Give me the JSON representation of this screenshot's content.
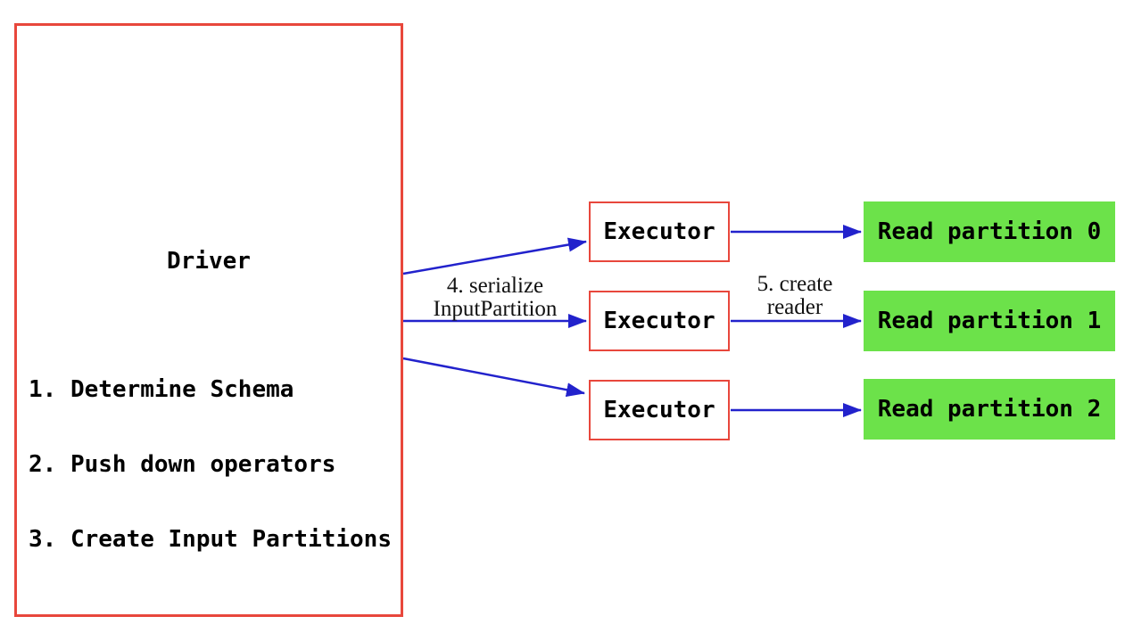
{
  "diagram": {
    "driver": {
      "title": "Driver",
      "steps": [
        "1. Determine Schema",
        "2. Push down operators",
        "3. Create Input Partitions"
      ]
    },
    "executors": [
      {
        "label": "Executor"
      },
      {
        "label": "Executor"
      },
      {
        "label": "Executor"
      }
    ],
    "partitions": [
      {
        "label": "Read partition 0"
      },
      {
        "label": "Read partition 1"
      },
      {
        "label": "Read partition 2"
      }
    ],
    "edge_labels": {
      "serialize_line1": "4. serialize",
      "serialize_line2": "InputPartition",
      "reader_line1": "5. create",
      "reader_line2": "reader"
    },
    "colors": {
      "box_border": "#e8473c",
      "arrow": "#2222cc",
      "partition_fill": "#6ce24a",
      "text": "#000000"
    }
  }
}
